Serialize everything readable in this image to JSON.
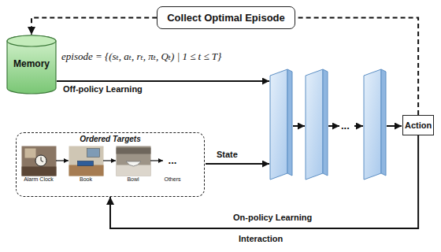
{
  "diagram": {
    "nodes": [
      {
        "text": [
          "Collect Optimal Episode"
        ]
      },
      {
        "text": [
          "Memory"
        ]
      },
      {
        "text": [
          "Ordered Targets"
        ]
      },
      {
        "text": [
          "Alarm Clock"
        ],
        "in": 2
      },
      {
        "text": [
          "Book"
        ],
        "in": 2
      },
      {
        "text": [
          "Bowl"
        ],
        "in": 2
      },
      {
        "text": [
          "...",
          "Others"
        ],
        "in": 2
      },
      {
        "text": [
          "Action"
        ]
      }
    ],
    "edges": [
      {
        "from": 7,
        "to": 0,
        "arrow": "none"
      },
      {
        "from": 0,
        "to": 1,
        "arrow": "to"
      },
      {
        "from": 7,
        "to": 2,
        "arrow": "to",
        "label": "Interaction"
      },
      {
        "from": 3,
        "to": 4,
        "arrow": "to"
      },
      {
        "from": 4,
        "to": 5,
        "arrow": "to"
      },
      {
        "from": 5,
        "to": 6,
        "arrow": "to"
      }
    ],
    "labels": [
      "episode = {(sₜ, aₜ, rₜ, πₜ, Qₜ) | 1 ≤ t ≤ T}",
      "Off-policy Learning",
      "State",
      "...",
      "On-policy Learning"
    ]
  }
}
